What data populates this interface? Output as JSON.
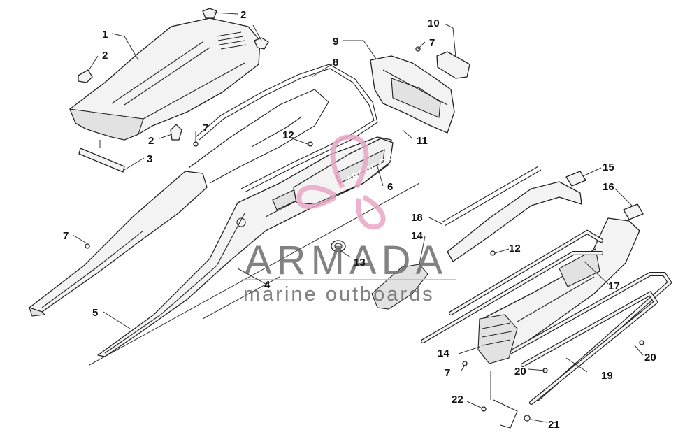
{
  "watermark": {
    "brand": "ARMADA",
    "tagline": "marine outboards",
    "accent_color": "#e7a6c6",
    "text_color": "#6d6d6d"
  },
  "decal": {
    "text": "ARCTIC CAT"
  },
  "callouts": {
    "c1": "1",
    "c2a": "2",
    "c2b": "2",
    "c2c": "2",
    "c3": "3",
    "c4": "4",
    "c5": "5",
    "c6": "6",
    "c7a": "7",
    "c7b": "7",
    "c7c": "7",
    "c7d": "7",
    "c8": "8",
    "c9": "9",
    "c10": "10",
    "c11": "11",
    "c12a": "12",
    "c12b": "12",
    "c13": "13",
    "c14a": "14",
    "c14b": "14",
    "c15": "15",
    "c16": "16",
    "c17": "17",
    "c18": "18",
    "c19": "19",
    "c20a": "20",
    "c20b": "20",
    "c21": "21",
    "c22": "22"
  }
}
